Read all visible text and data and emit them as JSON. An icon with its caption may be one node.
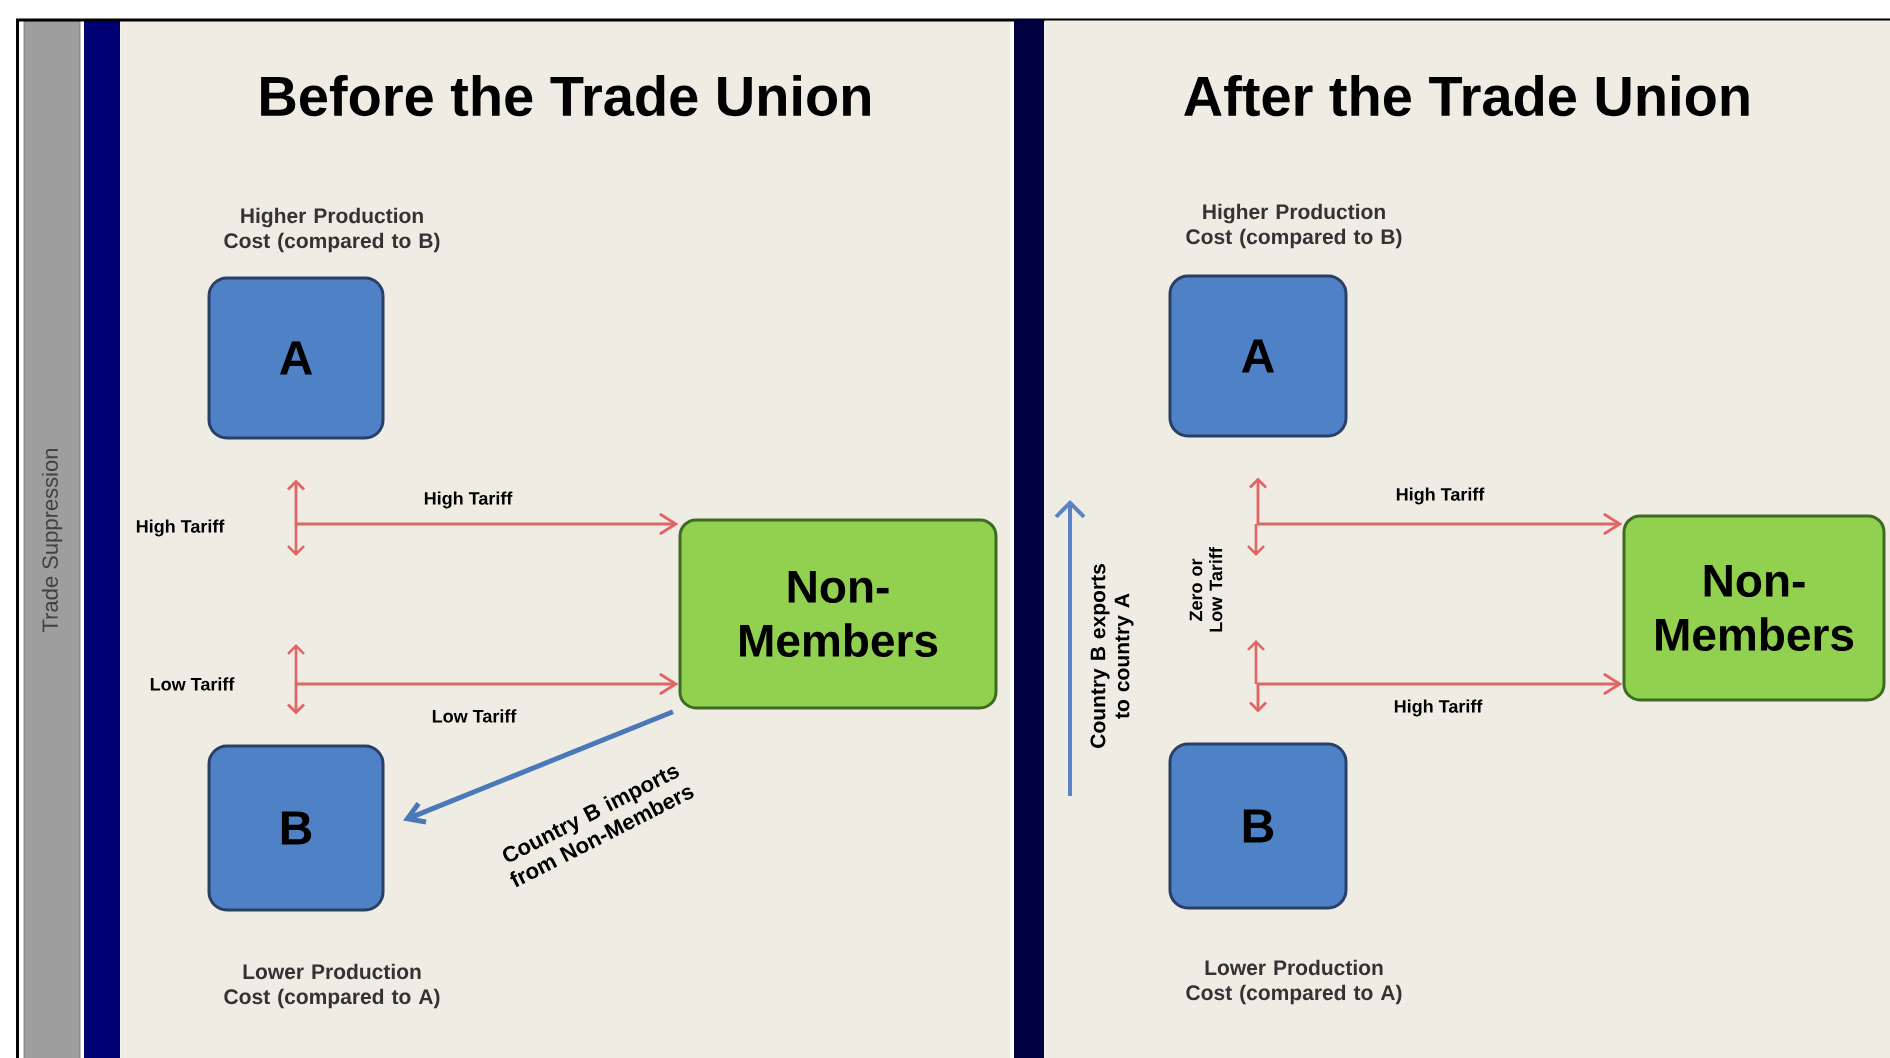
{
  "diagram": {
    "nodes": [
      {
        "text": [
          "Trade Suppression"
        ]
      },
      {
        "text": [
          "Before the Trade Union"
        ]
      },
      {
        "text": [
          "A"
        ],
        "in": 1,
        "beside": [
          "Higher Production Cost (compared to B)"
        ]
      },
      {
        "text": [
          "Non-Members"
        ],
        "in": 1
      },
      {
        "text": [
          "B"
        ],
        "in": 1,
        "beside": [
          "Lower Production Cost (compared to A)"
        ]
      },
      {
        "text": [
          "After the Trade Union"
        ]
      },
      {
        "text": [
          "A"
        ],
        "in": 5,
        "beside": [
          "Higher Production Cost (compared to B)"
        ]
      },
      {
        "text": [
          "Non-Members"
        ],
        "in": 5
      },
      {
        "text": [
          "B"
        ],
        "in": 5,
        "beside": [
          "Lower Production Cost (compared to A)"
        ]
      }
    ],
    "edges": [
      {
        "from": 2,
        "to": 3,
        "arrow": "both",
        "label": "High Tariff"
      },
      {
        "from": 4,
        "to": 3,
        "arrow": "both",
        "label": "Low Tariff"
      },
      {
        "from": 3,
        "to": 4,
        "arrow": "to",
        "label": "Country B imports from Non-Members",
        "color": "#4a78b8"
      },
      {
        "from": 6,
        "to": 7,
        "arrow": "both",
        "label": "High Tariff"
      },
      {
        "from": 8,
        "to": 7,
        "arrow": "both",
        "label": "High Tariff"
      }
    ],
    "labels": [
      "High Tariff",
      "Low Tariff",
      "Zero or Low Tariff",
      "Country B exports to country A"
    ]
  }
}
